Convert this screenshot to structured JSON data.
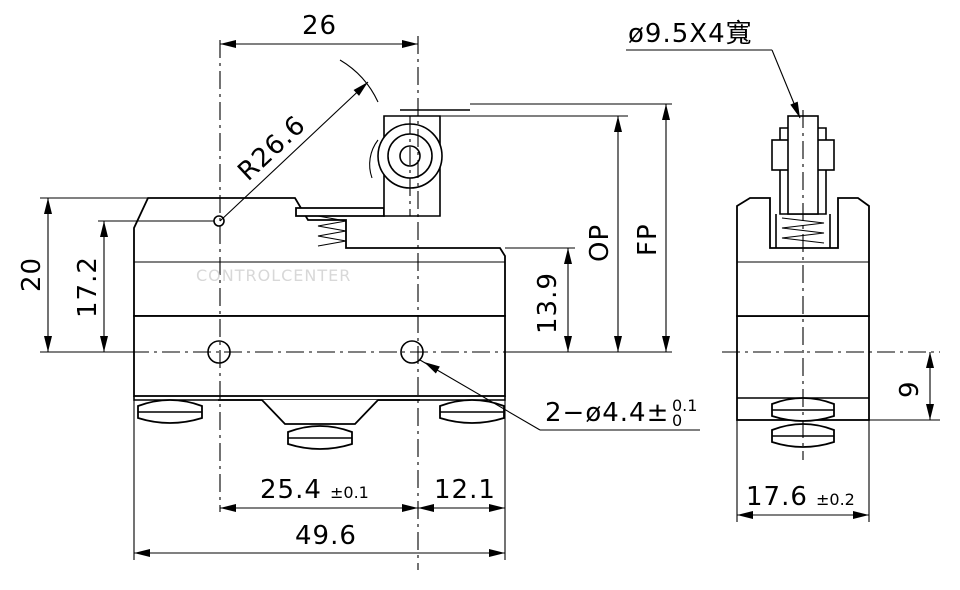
{
  "dimensions": {
    "width_26": "26",
    "radius": "R26.6",
    "roller_callout": "ø9.5X4寬",
    "op": "OP",
    "fp": "FP",
    "height_20": "20",
    "height_17_2": "17.2",
    "height_13_9": "13.9",
    "holes_prefix": "2−ø4.4±",
    "holes_tol_upper": "0.1",
    "holes_tol_lower": "0",
    "pitch_value": "25.4",
    "pitch_tol": "±0.1",
    "offset_12_1": "12.1",
    "length_49_6": "49.6",
    "depth_value": "17.6",
    "depth_tol": "±0.2",
    "height_9": "9"
  },
  "watermark": "CONTROLCENTER"
}
